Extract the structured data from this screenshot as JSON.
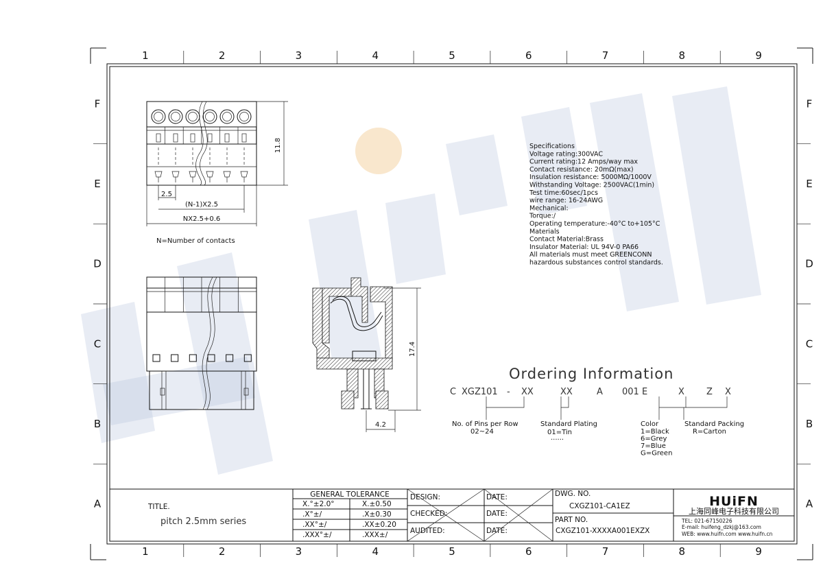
{
  "frame": {
    "columns": [
      "1",
      "2",
      "3",
      "4",
      "5",
      "6",
      "7",
      "8",
      "9"
    ],
    "rows": [
      "F",
      "E",
      "D",
      "C",
      "B",
      "A"
    ]
  },
  "watermark": {
    "text": "HUiFN",
    "color": "#b9c3dc",
    "dot_color": "#f6ddb8"
  },
  "top_view": {
    "dim_height": "11.8",
    "dim_pitch": "2.5",
    "dim_n_minus_1": "(N-1)X2.5",
    "dim_total": "NX2.5+0.6",
    "note": "N=Number of contacts"
  },
  "side_view": {
    "dim_height": "17.4",
    "dim_width": "4.2"
  },
  "specifications": [
    "Specifications",
    "Voltage rating:300VAC",
    "Current rating:12 Amps/way max",
    "Contact resistance: 20mΩ(max)",
    "Insulation resistance: 5000MΩ/1000V",
    "Withstanding Voltage: 2500VAC(1min)",
    "Test time:60sec/1pcs",
    "wire range: 16-24AWG",
    "Mechanical:",
    "Torque:/",
    "Operating temperature:-40°C to+105°C",
    "Materials",
    "Contact Material:Brass",
    "Insulator Material: UL 94V-0 PA66",
    "All materials must meet GREENCONN",
    "hazardous substances control standards."
  ],
  "ordering": {
    "title": "Ordering Information",
    "code_parts": [
      "C",
      "XGZ101",
      "-",
      "XX",
      "XX",
      "A",
      "001",
      "E",
      "X",
      "Z",
      "X"
    ],
    "pins_label": "No. of Pins per Row",
    "pins_range": "02~24",
    "plating_label": "Standard Plating",
    "plating_value": "01=Tin",
    "plating_more": "......",
    "color_label": "Color",
    "color_options": [
      "1=Black",
      "6=Grey",
      "7=Blue",
      "G=Green"
    ],
    "packing_label": "Standard Packing",
    "packing_value": "R=Carton"
  },
  "title_block": {
    "title_label": "TITLE.",
    "title_value": "pitch 2.5mm series",
    "tolerance_header": "GENERAL TOLERANCE",
    "tolerances": [
      [
        "X.°±2.0°",
        "X.±0.50"
      ],
      [
        ".X°±/",
        ".X±0.30"
      ],
      [
        ".XX°±/",
        ".XX±0.20"
      ],
      [
        ".XXX°±/",
        ".XXX±/"
      ]
    ],
    "design_label": "DESIGN:",
    "checked_label": "CHECKED:",
    "audited_label": "AUDITED:",
    "date_label": "DATE:",
    "dwg_no_label": "DWG. NO.",
    "dwg_no_value": "CXGZ101-CA1EZ",
    "part_no_label": "PART NO.",
    "part_no_value": "CXGZ101-XXXXA001EXZX",
    "company_logo": "HUiFN",
    "company_name": "上海同峰电子科技有限公司",
    "tel": "TEL: 021-67150226",
    "email": "E-mail: huifeng_dzkj@163.com",
    "web": "WEB: www.huifn.com  www.huifn.cn"
  }
}
